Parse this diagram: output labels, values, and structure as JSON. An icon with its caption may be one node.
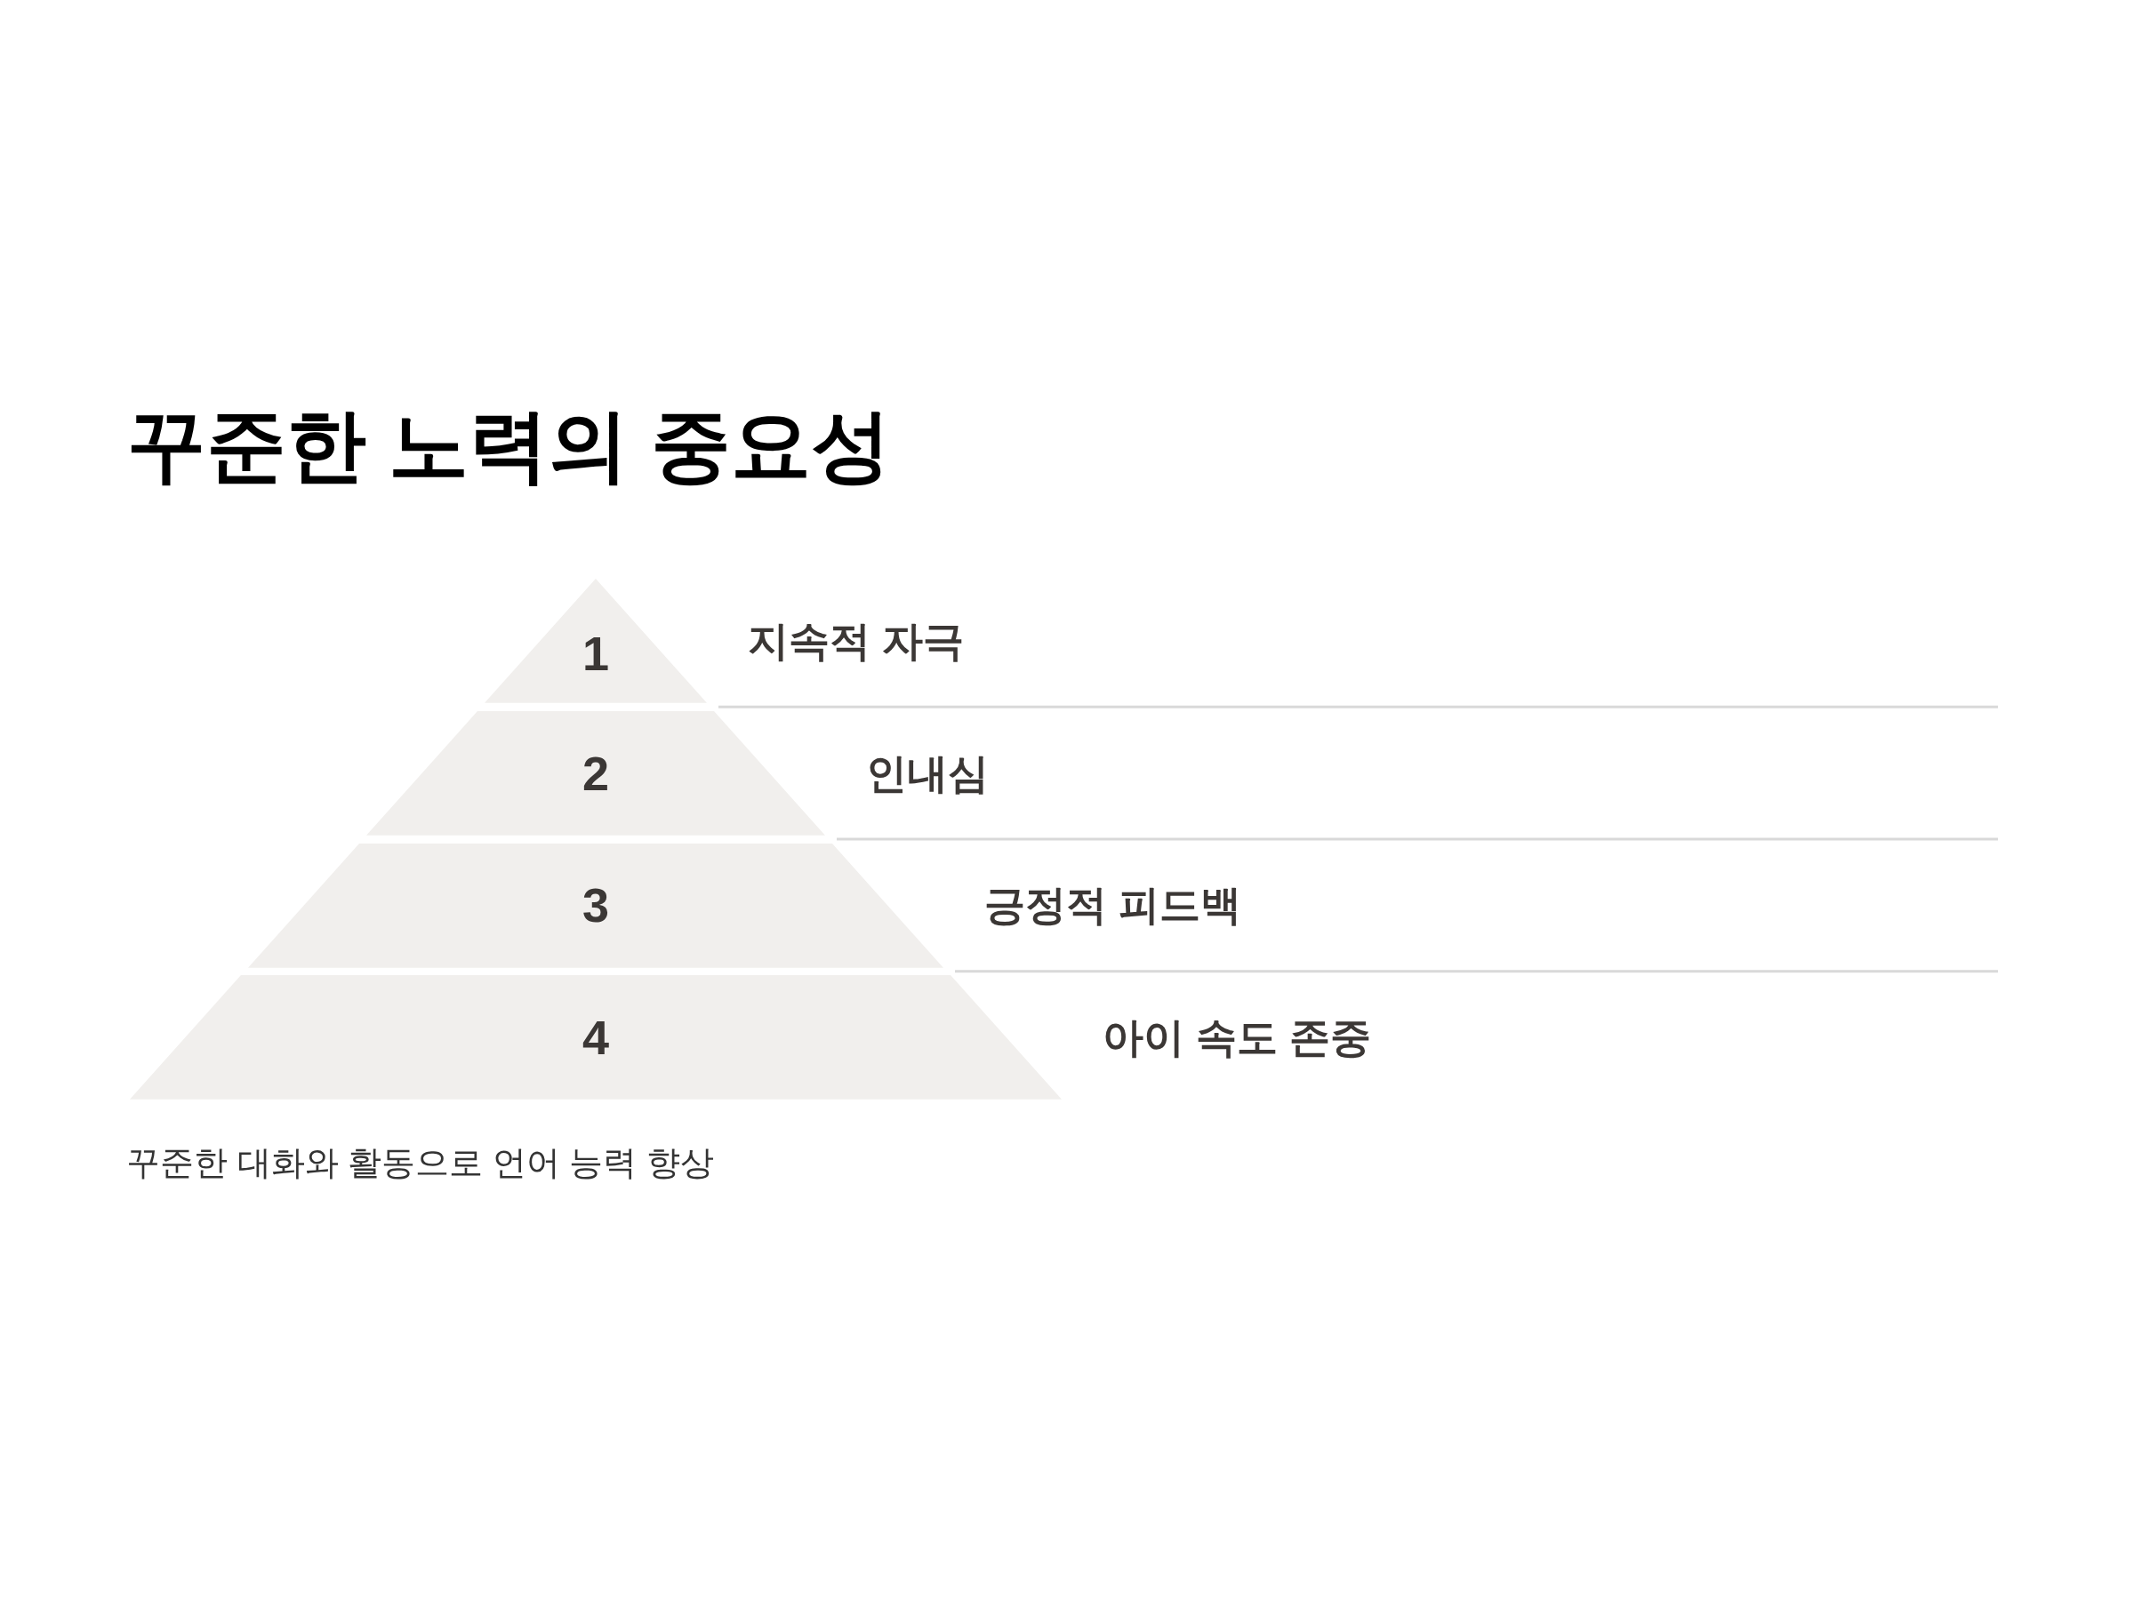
{
  "diagram": {
    "title": "꾸준한 노력의 중요성",
    "caption": "꾸준한 대화와 활동으로 언어 능력 향상",
    "nodes": [
      {
        "text": [
          "1"
        ],
        "beside": [
          "지속적 자극"
        ]
      },
      {
        "text": [
          "2"
        ],
        "beside": [
          "인내심"
        ]
      },
      {
        "text": [
          "3"
        ],
        "beside": [
          "긍정적 피드백"
        ]
      },
      {
        "text": [
          "4"
        ],
        "beside": [
          "아이 속도 존중"
        ]
      }
    ]
  }
}
